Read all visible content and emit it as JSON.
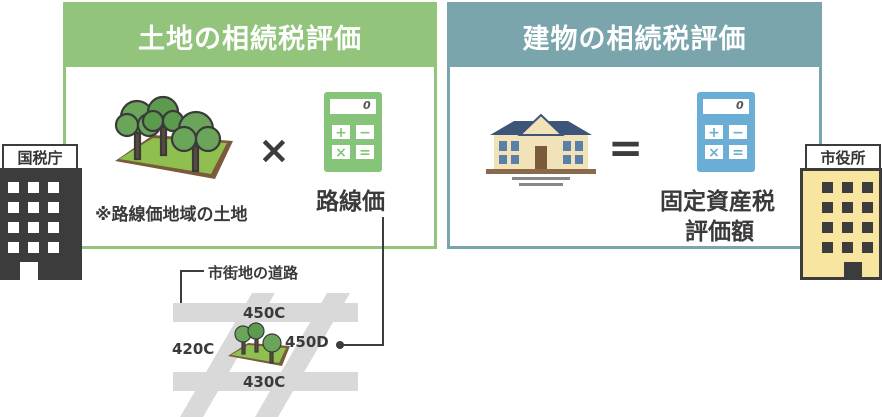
{
  "land_panel": {
    "title": "土地の相続税評価",
    "land_caption": "※路線価地域の土地",
    "operator": "×",
    "calc_display": "0",
    "calc_caption": "路線価"
  },
  "building_panel": {
    "title": "建物の相続税評価",
    "operator": "=",
    "calc_display": "0",
    "calc_caption_line1": "固定資産税",
    "calc_caption_line2": "評価額"
  },
  "offices": {
    "left": "国税庁",
    "right": "市役所"
  },
  "road_map": {
    "title": "市街地の道路",
    "top_price": "450C",
    "left_price": "420C",
    "right_price": "450D",
    "bottom_price": "430C"
  },
  "colors": {
    "land_green": "#92c47b",
    "building_teal": "#7aa5ad",
    "calc_green": "#86c47a",
    "calc_blue": "#6aaed6",
    "tax_office_dark": "#3c3c3c",
    "city_hall_yellow": "#f8e6a0",
    "road_gray": "#d9d9d9"
  },
  "icons": [
    "tree-cluster-icon",
    "calculator-icon",
    "house-icon",
    "tax-office-building-icon",
    "city-hall-building-icon"
  ]
}
